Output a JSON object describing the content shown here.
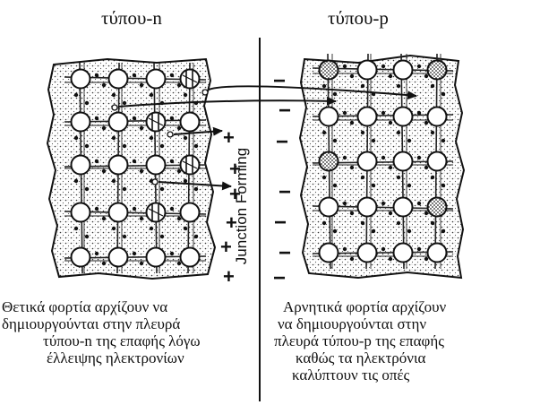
{
  "labels": {
    "n_type": "τύπου-n",
    "p_type": "τύπου-p",
    "junction": "Junction Forming"
  },
  "captions": {
    "left": [
      "Θετικά φορτία αρχίζουν να",
      "δημιουργούνται στην πλευρά",
      "τύπου-n της επαφής λόγω",
      "έλλειψης ηλεκτρονίων"
    ],
    "right": [
      "Αρνητικά φορτία αρχίζουν",
      "να δημιουργούνται στην",
      "πλευρά τύπου-p της επαφής",
      "καθώς τα ηλεκτρόνια",
      "καλύπτουν τις οπές"
    ]
  },
  "charges": {
    "left_signs": [
      "+",
      "+",
      "+",
      "+",
      "+",
      "+"
    ],
    "right_signs": [
      "−",
      "−",
      "−",
      "−",
      "−",
      "−",
      "−"
    ]
  },
  "colors": {
    "ink": "#111111",
    "paper": "#ffffff",
    "stipple": "#555555"
  }
}
